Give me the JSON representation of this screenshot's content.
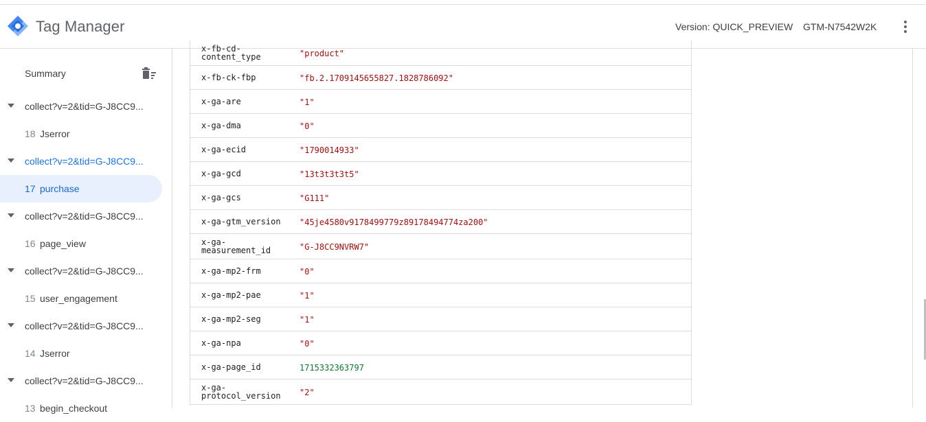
{
  "header": {
    "app_title": "Tag Manager",
    "version": "Version: QUICK_PREVIEW",
    "container_id": "GTM-N7542W2K",
    "more_icon": "more-vert-icon",
    "brand_colors": {
      "logo_dark": "#246FDB",
      "logo_light": "#8AB4F8",
      "logo_mid": "#4285F4"
    }
  },
  "sidebar": {
    "summary_label": "Summary",
    "trash_icon": "delete-sweep-icon",
    "items": [
      {
        "kind": "request",
        "label": "collect?v=2&tid=G-J8CC9...",
        "active": false
      },
      {
        "kind": "event",
        "num": "18",
        "name": "Jserror",
        "selected": false
      },
      {
        "kind": "request",
        "label": "collect?v=2&tid=G-J8CC9...",
        "active": true
      },
      {
        "kind": "event",
        "num": "17",
        "name": "purchase",
        "selected": true
      },
      {
        "kind": "request",
        "label": "collect?v=2&tid=G-J8CC9...",
        "active": false
      },
      {
        "kind": "event",
        "num": "16",
        "name": "page_view",
        "selected": false
      },
      {
        "kind": "request",
        "label": "collect?v=2&tid=G-J8CC9...",
        "active": false
      },
      {
        "kind": "event",
        "num": "15",
        "name": "user_engagement",
        "selected": false
      },
      {
        "kind": "request",
        "label": "collect?v=2&tid=G-J8CC9...",
        "active": false
      },
      {
        "kind": "event",
        "num": "14",
        "name": "Jserror",
        "selected": false
      },
      {
        "kind": "request",
        "label": "collect?v=2&tid=G-J8CC9...",
        "active": false
      },
      {
        "kind": "event",
        "num": "13",
        "name": "begin_checkout",
        "selected": false
      }
    ]
  },
  "table": {
    "rows": [
      {
        "key": [
          "x-fb-cd-",
          "content_type"
        ],
        "value": "\"product\"",
        "numeric": false
      },
      {
        "key": [
          "x-fb-ck-fbp"
        ],
        "value": "\"fb.2.1709145655827.1828786092\"",
        "numeric": false
      },
      {
        "key": [
          "x-ga-are"
        ],
        "value": "\"1\"",
        "numeric": false
      },
      {
        "key": [
          "x-ga-dma"
        ],
        "value": "\"0\"",
        "numeric": false
      },
      {
        "key": [
          "x-ga-ecid"
        ],
        "value": "\"1790014933\"",
        "numeric": false
      },
      {
        "key": [
          "x-ga-gcd"
        ],
        "value": "\"13t3t3t3t5\"",
        "numeric": false
      },
      {
        "key": [
          "x-ga-gcs"
        ],
        "value": "\"G111\"",
        "numeric": false
      },
      {
        "key": [
          "x-ga-gtm_version"
        ],
        "value": "\"45je4580v9178499779z89178494774za200\"",
        "numeric": false
      },
      {
        "key": [
          "x-ga-",
          "measurement_id"
        ],
        "value": "\"G-J8CC9NVRW7\"",
        "numeric": false
      },
      {
        "key": [
          "x-ga-mp2-frm"
        ],
        "value": "\"0\"",
        "numeric": false
      },
      {
        "key": [
          "x-ga-mp2-pae"
        ],
        "value": "\"1\"",
        "numeric": false
      },
      {
        "key": [
          "x-ga-mp2-seg"
        ],
        "value": "\"1\"",
        "numeric": false
      },
      {
        "key": [
          "x-ga-npa"
        ],
        "value": "\"0\"",
        "numeric": false
      },
      {
        "key": [
          "x-ga-page_id"
        ],
        "value": "1715332363797",
        "numeric": true
      },
      {
        "key": [
          "x-ga-",
          "protocol_version"
        ],
        "value": "\"2\"",
        "numeric": false
      }
    ]
  }
}
